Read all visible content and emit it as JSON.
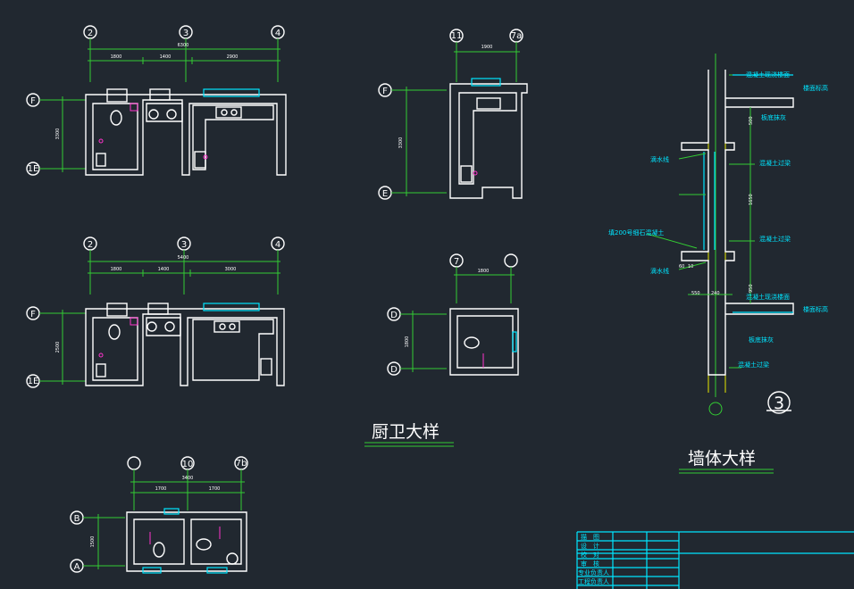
{
  "titles": {
    "kitchen_bath": "厨卫大样",
    "wall": "墙体大样"
  },
  "plan1": {
    "axes_top": [
      "2",
      "3",
      "4"
    ],
    "axes_left": [
      "F",
      "1E"
    ],
    "dims": [
      "1800",
      "1400",
      "2900"
    ],
    "total": "6300",
    "vert": "3300"
  },
  "plan2": {
    "axes_top": [
      "11",
      "7a"
    ],
    "axes_left": [
      "F",
      "E"
    ],
    "dims": [
      "1900"
    ],
    "vert": "3300"
  },
  "plan3": {
    "axes_top": [
      "2",
      "3",
      "4"
    ],
    "axes_left": [
      "F",
      "1E"
    ],
    "dims": [
      "1800",
      "1400",
      "3000"
    ],
    "total": "5400",
    "vert": "2500"
  },
  "plan4": {
    "axes_top": [
      "7",
      ""
    ],
    "axes_left": [
      "D",
      "D"
    ],
    "dims": [
      "1800"
    ],
    "vert": "1800"
  },
  "plan5": {
    "axes_top": [
      "",
      "10",
      "7b"
    ],
    "axes_left": [
      "B",
      "A"
    ],
    "dims": [
      "1700",
      "1700"
    ],
    "total": "3400",
    "vert": "1500"
  },
  "wall": {
    "labels": [
      "混凝土现浇楼面",
      "楼面标高",
      "板底抹灰",
      "滴水线",
      "混凝土过梁",
      "填200号细石混凝土",
      "混凝土过梁",
      "滴水线",
      "混凝土现浇楼面",
      "楼面标高",
      "板底抹灰",
      "混凝土过梁"
    ],
    "dims": [
      "500",
      "1650",
      "950",
      "550",
      "240",
      "60",
      "10"
    ],
    "section_no": "3"
  },
  "title_block": {
    "rows": [
      "描　图",
      "设　计",
      "校　对",
      "审　核",
      "专业负责人",
      "工程负责人"
    ]
  }
}
